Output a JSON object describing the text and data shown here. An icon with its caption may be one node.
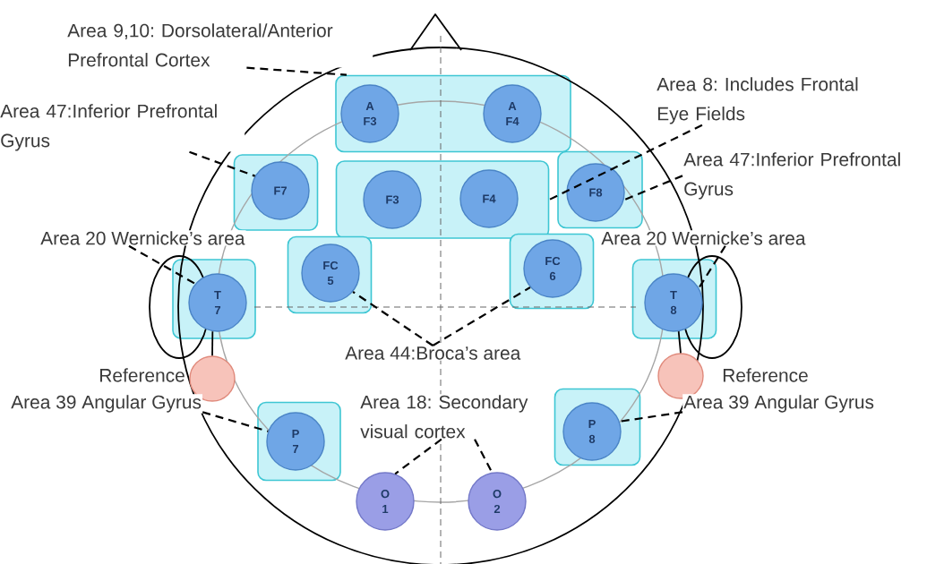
{
  "diagram": {
    "nodes": [
      {
        "text": [
          "Area 9,10: Dorsolateral/Anterior Prefrontal Cortex"
        ]
      },
      {
        "text": [
          "Area 47:Inferior Prefrontal Gyrus"
        ]
      },
      {
        "text": [
          "Area 8: Includes Frontal Eye Fields"
        ]
      },
      {
        "text": [
          "Area 47:Inferior Prefrontal Gyrus"
        ]
      },
      {
        "text": [
          "Area 20 Wernicke’s area"
        ]
      },
      {
        "text": [
          "Area 20 Wernicke’s area"
        ]
      },
      {
        "text": [
          "Area 44:Broca’s area"
        ]
      },
      {
        "text": [
          "Area 18: Secondary visual cortex"
        ]
      },
      {
        "text": [
          "Area 39 Angular Gyrus"
        ]
      },
      {
        "text": [
          "Area 39 Angular Gyrus"
        ]
      },
      {
        "text": [],
        "shape": "box"
      },
      {
        "text": [
          "A F3"
        ],
        "in": 10
      },
      {
        "text": [
          "A F4"
        ],
        "in": 10
      },
      {
        "text": [],
        "shape": "box"
      },
      {
        "text": [
          "F7"
        ],
        "in": 13
      },
      {
        "text": [],
        "shape": "box"
      },
      {
        "text": [
          "F3"
        ],
        "in": 15
      },
      {
        "text": [
          "F4"
        ],
        "in": 15
      },
      {
        "text": [],
        "shape": "box"
      },
      {
        "text": [
          "F8"
        ],
        "in": 18
      },
      {
        "text": [],
        "shape": "box"
      },
      {
        "text": [
          "FC 5"
        ],
        "in": 20
      },
      {
        "text": [],
        "shape": "box"
      },
      {
        "text": [
          "FC 6"
        ],
        "in": 22
      },
      {
        "text": [],
        "shape": "box"
      },
      {
        "text": [
          "T 7"
        ],
        "in": 24
      },
      {
        "text": [],
        "shape": "box"
      },
      {
        "text": [
          "T 8"
        ],
        "in": 26
      },
      {
        "text": [],
        "shape": "circle",
        "beside": [
          "Reference"
        ]
      },
      {
        "text": [],
        "shape": "circle",
        "beside": [
          "Reference"
        ]
      },
      {
        "text": [],
        "shape": "box"
      },
      {
        "text": [
          "P 7"
        ],
        "in": 30
      },
      {
        "text": [],
        "shape": "box"
      },
      {
        "text": [
          "P 8"
        ],
        "in": 32
      },
      {
        "text": [
          "O 1"
        ]
      },
      {
        "text": [
          "O 2"
        ]
      }
    ],
    "edges": [
      {
        "from": 0,
        "to": 10,
        "arrow": "none",
        "style": "dashed"
      },
      {
        "from": 1,
        "to": 14,
        "arrow": "none",
        "style": "dashed"
      },
      {
        "from": 2,
        "to": 15,
        "arrow": "none",
        "style": "dashed"
      },
      {
        "from": 3,
        "to": 19,
        "arrow": "none",
        "style": "dashed"
      },
      {
        "from": 4,
        "to": 25,
        "arrow": "none",
        "style": "dashed"
      },
      {
        "from": 5,
        "to": 27,
        "arrow": "none",
        "style": "dashed"
      },
      {
        "from": 6,
        "to": 21,
        "arrow": "none",
        "style": "dashed"
      },
      {
        "from": 6,
        "to": 23,
        "arrow": "none",
        "style": "dashed"
      },
      {
        "from": 7,
        "to": 34,
        "arrow": "none",
        "style": "dashed"
      },
      {
        "from": 7,
        "to": 35,
        "arrow": "none",
        "style": "dashed"
      },
      {
        "from": 8,
        "to": 31,
        "arrow": "none",
        "style": "dashed"
      },
      {
        "from": 9,
        "to": 33,
        "arrow": "none",
        "style": "dashed"
      },
      {
        "from": 25,
        "to": 28,
        "arrow": "none"
      },
      {
        "from": 27,
        "to": 29,
        "arrow": "none"
      }
    ]
  }
}
